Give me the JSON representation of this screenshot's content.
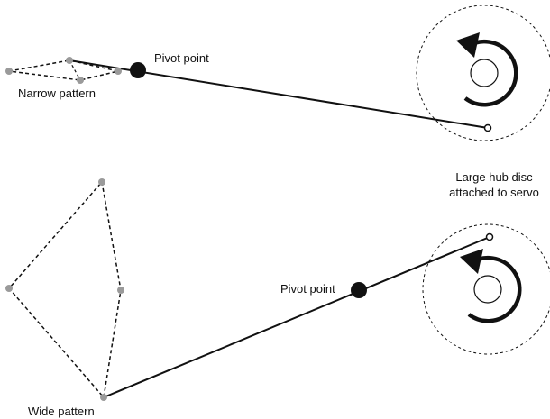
{
  "labels": {
    "pivot_point_top": "Pivot point",
    "narrow_pattern": "Narrow pattern",
    "hub_disc_line1": "Large hub disc",
    "hub_disc_line2": "attached to servo",
    "pivot_point_bottom": "Pivot point",
    "wide_pattern": "Wide pattern"
  },
  "colors": {
    "line": "#111111",
    "pattern_point": "#9a9a9a",
    "pivot": "#111111",
    "background": "#ffffff"
  }
}
